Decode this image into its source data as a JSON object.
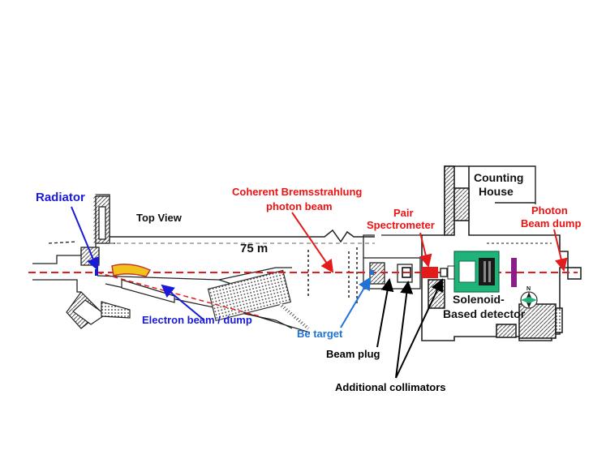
{
  "labels": {
    "radiator": "Radiator",
    "top_view": "Top View",
    "coherent_brems": "Coherent Bremsstrahlung",
    "photon_beam": "photon beam",
    "pair": "Pair",
    "spectrometer": "Spectrometer",
    "counting": "Counting",
    "house": "House",
    "photon": "Photon",
    "beam_dump": "Beam dump",
    "distance": "75 m",
    "electron_beam": "Electron beam / dump",
    "be_target": "Be target",
    "beam_plug": "Beam plug",
    "collimators": "Additional collimators",
    "solenoid": "Solenoid-",
    "based_detector": "Based detector",
    "compass_n": "N"
  },
  "colors": {
    "beamline_red": "#e41b1b",
    "label_blue": "#1a1ad8",
    "be_target_blue": "#1f73d6",
    "magnet_green": "#1fb37a",
    "detector_purple": "#8a1c8c",
    "hatch_gray": "#555555"
  }
}
